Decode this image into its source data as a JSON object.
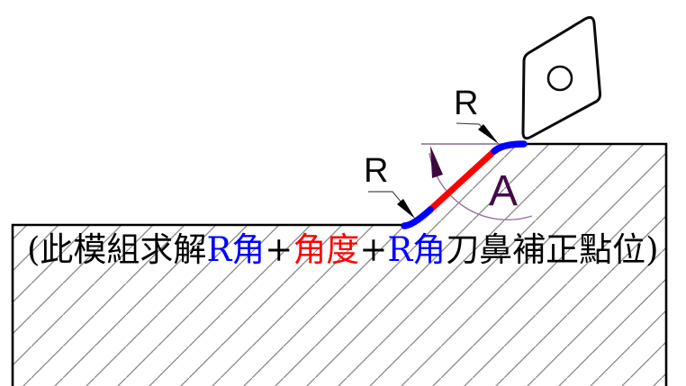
{
  "diagram": {
    "type": "cad-tool-nose-compensation-diagram",
    "labels": {
      "radius_upper": "R",
      "radius_lower": "R",
      "angle": "A"
    },
    "caption": {
      "segments": [
        {
          "text": "(此模組求解",
          "color": "#000000"
        },
        {
          "text": "R角",
          "color": "#0000ff"
        },
        {
          "text": "+",
          "color": "#000000"
        },
        {
          "text": "角度",
          "color": "#ff0000"
        },
        {
          "text": "+",
          "color": "#000000"
        },
        {
          "text": "R角",
          "color": "#0000ff"
        },
        {
          "text": "刀鼻補正點位)",
          "color": "#000000"
        }
      ]
    },
    "colors": {
      "corner_radius_arc": "#0000ff",
      "chamfer_line": "#ff0000",
      "angle_label": "#440a48",
      "angle_arc": "#9b6fa0",
      "angle_extension_line": "#8a6a8d",
      "outline": "#000000",
      "hatch": "#878787",
      "leader": "#4a4a4a"
    }
  }
}
